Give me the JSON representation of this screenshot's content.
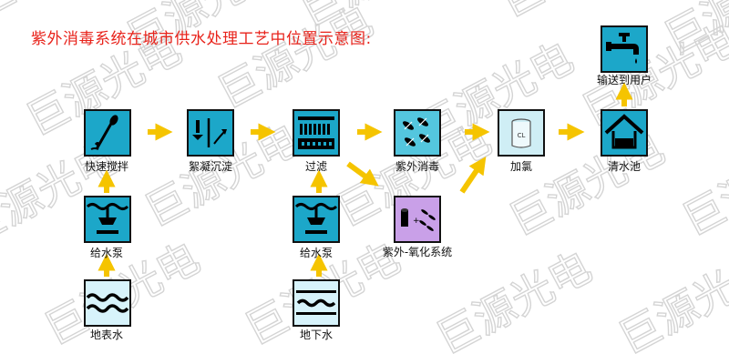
{
  "title": "紫外消毒系统在城市供水处理工艺中位置示意图:",
  "watermark": {
    "text": "巨源光电",
    "color": "#d4d4d4"
  },
  "colors": {
    "arrow": "#f5c400",
    "process_fill": "#1ca7c9",
    "disinfect_fill": "#54c6de",
    "uv_fill": "#c9a0e8",
    "chlorine_fill": "#cfeef5",
    "water_fill": "#d7f3fb",
    "title": "#e8231b"
  },
  "nodes": {
    "fast_mixing": {
      "label": "快速搅拌",
      "icon": "stirrer-icon"
    },
    "coagulation": {
      "label": "絮凝沉淀",
      "icon": "coagulation-icon"
    },
    "filtration": {
      "label": "过滤",
      "icon": "filter-icon"
    },
    "uv_disinfection": {
      "label": "紫外消毒",
      "icon": "uv-lamp-icon"
    },
    "chlorination": {
      "label": "加氯",
      "icon": "chlorine-tank-icon",
      "icon_text": "CL"
    },
    "clear_water_tank": {
      "label": "清水池",
      "icon": "water-tank-icon"
    },
    "delivery": {
      "label": "输送到用户",
      "icon": "faucet-icon"
    },
    "pump_left": {
      "label": "给水泵",
      "icon": "pump-icon"
    },
    "surface_water": {
      "label": "地表水",
      "icon": "surface-water-icon"
    },
    "pump_middle": {
      "label": "给水泵",
      "icon": "pump-icon"
    },
    "ground_water": {
      "label": "地下水",
      "icon": "ground-water-icon"
    },
    "uv_oxidation": {
      "label": "紫外-氧化系统",
      "icon": "uv-oxidation-icon"
    }
  }
}
